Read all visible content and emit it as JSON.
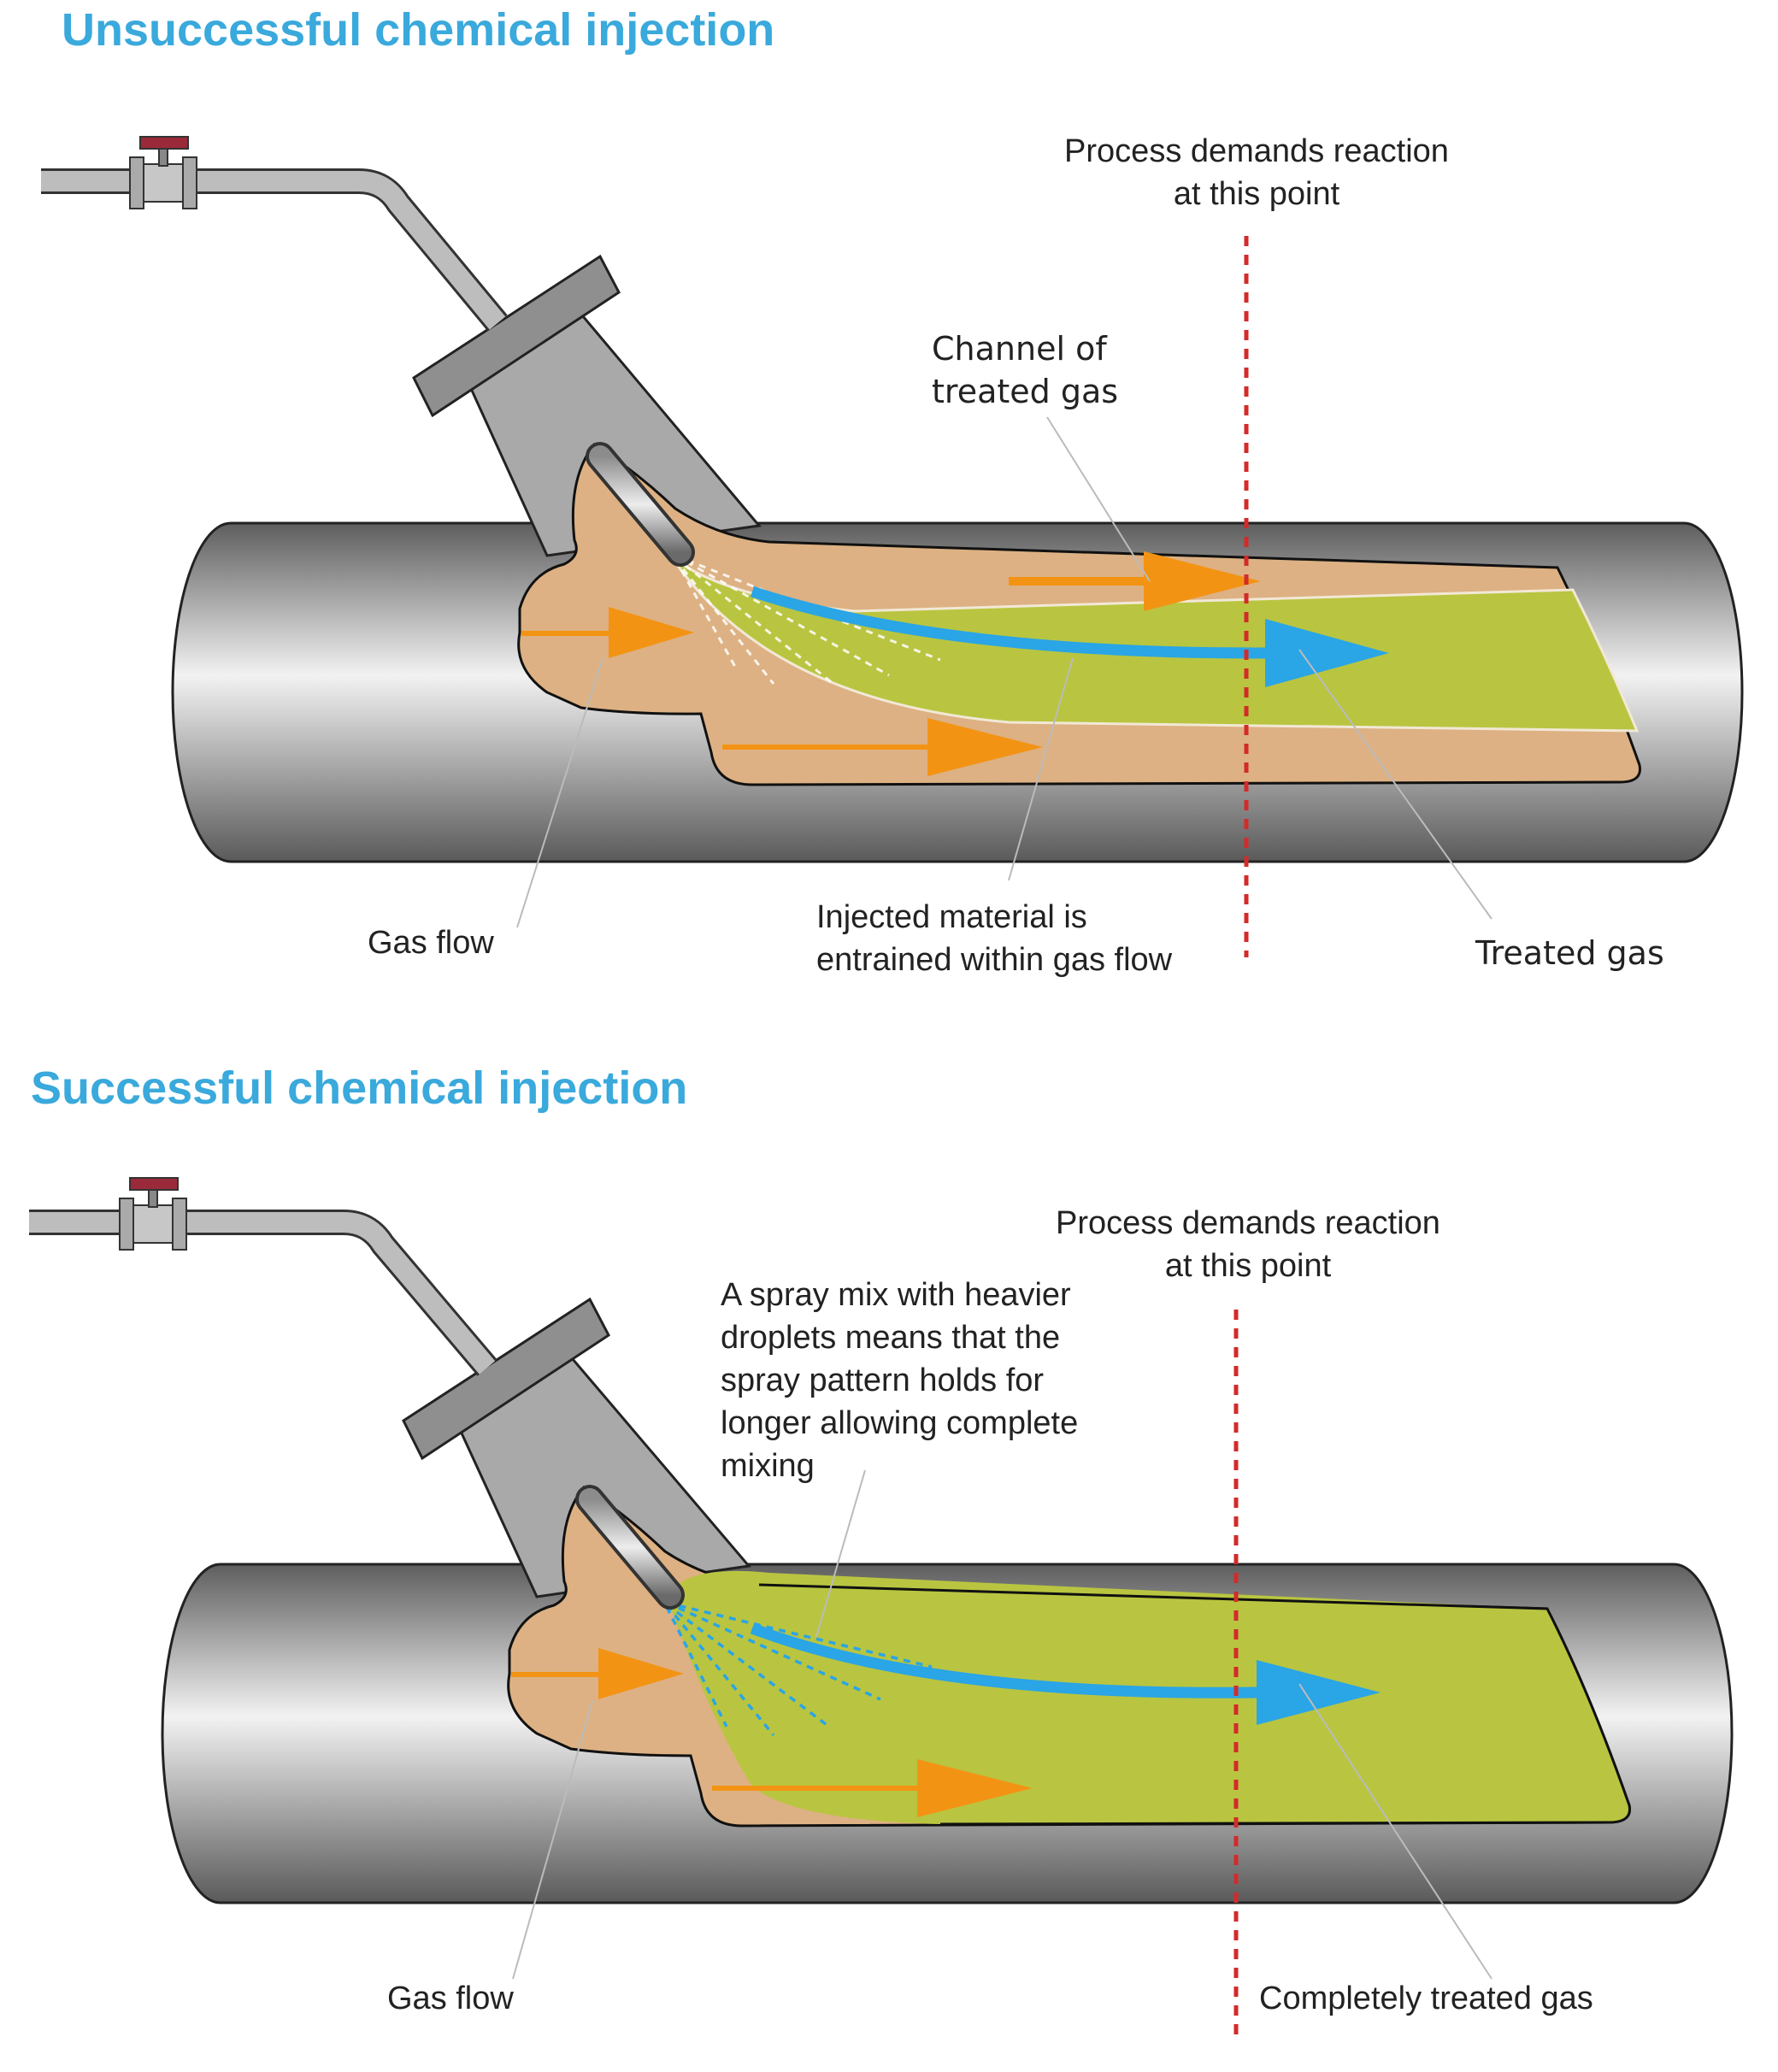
{
  "colors": {
    "heading": "#3aa9dc",
    "pipe_dark": "#5e5e5e",
    "pipe_light": "#f2f2f2",
    "gas": "#ddb183",
    "treated": "#b9c540",
    "gas_arrow": "#f39314",
    "flow_arrow": "#2aa5e6",
    "reaction_line": "#d42a2a",
    "valve_handle": "#9a2a3a"
  },
  "unsuccessful": {
    "title": "Unsuccessful chemical injection",
    "labels": {
      "reaction": "Process demands reaction\nat this point",
      "channel": "Channel of\ntreated gas",
      "gas_flow": "Gas flow",
      "entrained": "Injected material is\nentrained within gas flow",
      "treated": "Treated gas"
    }
  },
  "successful": {
    "title": "Successful chemical injection",
    "labels": {
      "reaction": "Process demands reaction\nat this point",
      "spray": "A spray mix with heavier\ndroplets means that the\nspray pattern holds for\nlonger allowing complete\nmixing",
      "gas_flow": "Gas flow",
      "treated": "Completely treated gas"
    }
  }
}
